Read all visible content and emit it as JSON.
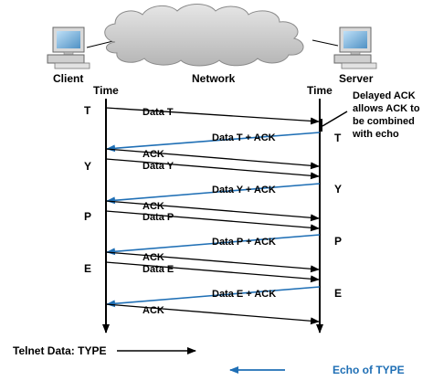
{
  "nodes": {
    "client_label": "Client",
    "network_label": "Network",
    "server_label": "Server"
  },
  "axes": {
    "client_time": "Time",
    "server_time": "Time"
  },
  "client_letters": [
    "T",
    "Y",
    "P",
    "E"
  ],
  "server_letters": [
    "T",
    "Y",
    "P",
    "E"
  ],
  "messages": {
    "data_t": "Data T",
    "data_t_ack": "Data T + ACK",
    "ack_1": "ACK",
    "data_y": "Data Y",
    "data_y_ack": "Data Y + ACK",
    "ack_2": "ACK",
    "data_p": "Data P",
    "data_p_ack": "Data P + ACK",
    "ack_3": "ACK",
    "data_e": "Data E",
    "data_e_ack": "Data E + ACK",
    "ack_4": "ACK"
  },
  "annotation": [
    "Delayed ACK",
    "allows ACK to",
    "be combined",
    "with echo"
  ],
  "legend": {
    "telnet": "Telnet Data: TYPE",
    "echo": "Echo of TYPE"
  },
  "colors": {
    "black_arrow": "#000000",
    "echo_arrow": "#1f6fb5",
    "echo_text": "#1f6fb5",
    "monitor": "#7fb2d8",
    "cloud": "#c9c9c9"
  }
}
